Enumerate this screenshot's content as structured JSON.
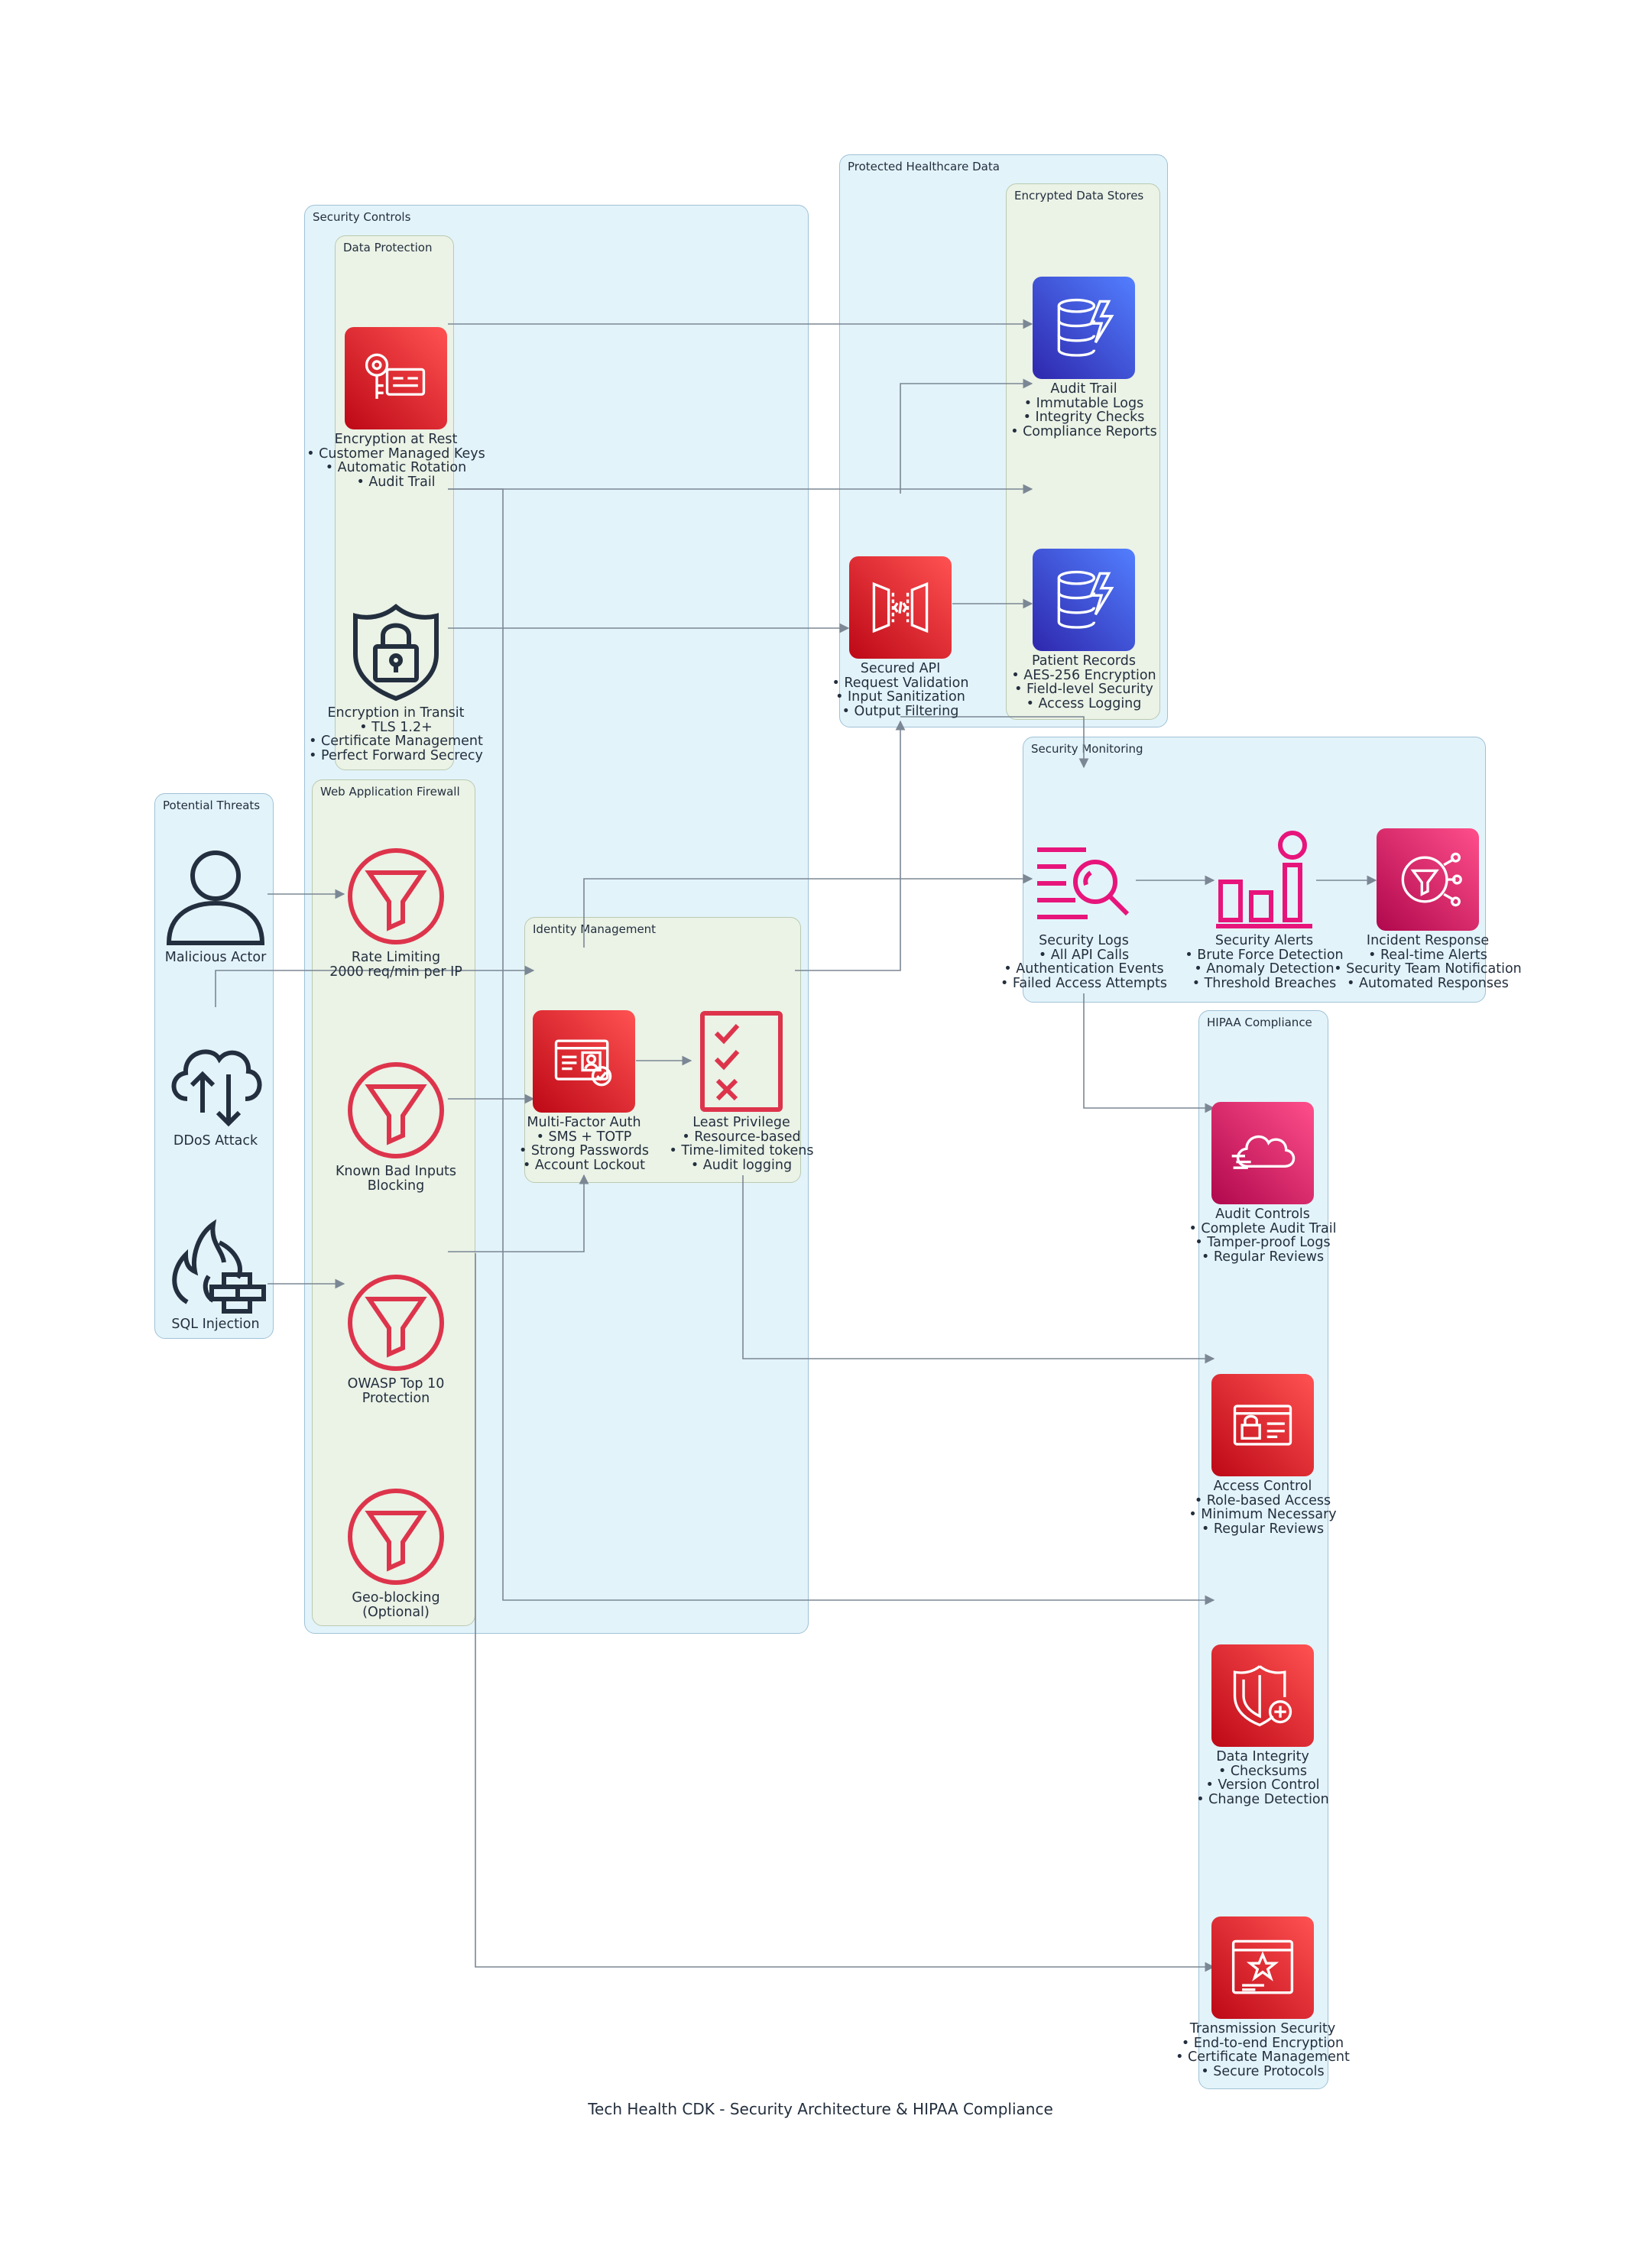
{
  "title": "Tech Health CDK - Security Architecture & HIPAA Compliance",
  "clusters": {
    "security_controls": "Security Controls",
    "data_protection": "Data Protection",
    "waf": "Web Application Firewall",
    "identity": "Identity Management",
    "protected_data": "Protected Healthcare Data",
    "encrypted_stores": "Encrypted Data Stores",
    "threats": "Potential Threats",
    "monitoring": "Security Monitoring",
    "hipaa": "HIPAA Compliance"
  },
  "nodes": {
    "enc_rest": "Encryption at Rest\n• Customer Managed Keys\n• Automatic Rotation\n• Audit Trail",
    "enc_transit": "Encryption in Transit\n• TLS 1.2+\n• Certificate Management\n• Perfect Forward Secrecy",
    "rate_limit": "Rate Limiting\n2000 req/min per IP",
    "bad_inputs": "Known Bad Inputs\nBlocking",
    "owasp": "OWASP Top 10\nProtection",
    "geo": "Geo-blocking\n(Optional)",
    "mfa": "Multi-Factor Auth\n• SMS + TOTP\n• Strong Passwords\n• Account Lockout",
    "least_priv": "Least Privilege\n• Resource-based\n• Time-limited tokens\n• Audit logging",
    "api": "Secured API\n• Request Validation\n• Input Sanitization\n• Output Filtering",
    "audit_trail": "Audit Trail\n• Immutable Logs\n• Integrity Checks\n• Compliance Reports",
    "patient_records": "Patient Records\n• AES-256 Encryption\n• Field-level Security\n• Access Logging",
    "malicious": "Malicious Actor",
    "ddos": "DDoS Attack",
    "sqli": "SQL Injection",
    "sec_logs": "Security Logs\n• All API Calls\n• Authentication Events\n• Failed Access Attempts",
    "sec_alerts": "Security Alerts\n• Brute Force Detection\n• Anomaly Detection\n• Threshold Breaches",
    "incident": "Incident Response\n• Real-time Alerts\n• Security Team Notification\n• Automated Responses",
    "audit_controls": "Audit Controls\n• Complete Audit Trail\n• Tamper-proof Logs\n• Regular Reviews",
    "access_control": "Access Control\n• Role-based Access\n• Minimum Necessary\n• Regular Reviews",
    "data_integrity": "Data Integrity\n• Checksums\n• Version Control\n• Change Detection",
    "transmission": "Transmission Security\n• End-to-end Encryption\n• Certificate Management\n• Secure Protocols"
  },
  "icons": {
    "enc_rest": "key-certificate-icon",
    "enc_transit": "shield-lock-icon",
    "rate_limit": "funnel-icon",
    "bad_inputs": "funnel-icon",
    "owasp": "funnel-icon",
    "geo": "funnel-icon",
    "mfa": "identity-card-check-icon",
    "least_priv": "checklist-icon",
    "api": "api-gateway-icon",
    "audit_trail": "dynamodb-icon",
    "patient_records": "dynamodb-icon",
    "malicious": "user-icon",
    "ddos": "cloud-updown-icon",
    "sqli": "fire-wall-icon",
    "sec_logs": "log-search-icon",
    "sec_alerts": "bar-alarm-icon",
    "incident": "sns-funnel-icon",
    "audit_controls": "cloudtrail-icon",
    "access_control": "lock-card-icon",
    "data_integrity": "shield-plus-icon",
    "transmission": "certificate-star-icon"
  },
  "colors": {
    "red": "#dd344c",
    "blue": "#4d72f3",
    "pink": "#e7157b",
    "dark": "#232f3e",
    "edge": "#7b8794"
  }
}
